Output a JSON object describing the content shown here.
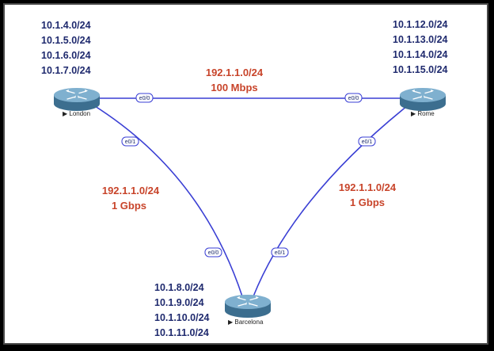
{
  "colors": {
    "link": "#3a3fd4",
    "link_label": "#c8442a",
    "subnet_text": "#1f2a6e",
    "router_body": "#3c6e8f",
    "router_top": "#7fb0cf",
    "iface_fill": "#ffffff",
    "iface_stroke": "#3a3fd4"
  },
  "routers": {
    "london": {
      "name": "London",
      "subnets": [
        "10.1.4.0/24",
        "10.1.5.0/24",
        "10.1.6.0/24",
        "10.1.7.0/24"
      ]
    },
    "rome": {
      "name": "Rome",
      "subnets": [
        "10.1.12.0/24",
        "10.1.13.0/24",
        "10.1.14.0/24",
        "10.1.15.0/24"
      ]
    },
    "barcelona": {
      "name": "Barcelona",
      "subnets": [
        "10.1.8.0/24",
        "10.1.9.0/24",
        "10.1.10.0/24",
        "10.1.11.0/24"
      ]
    }
  },
  "links": {
    "london_rome": {
      "network": "192.1.1.0/24",
      "speed": "100 Mbps",
      "london_iface": "e0/0",
      "rome_iface": "e0/0"
    },
    "london_barcelona": {
      "network": "192.1.1.0/24",
      "speed": "1 Gbps",
      "london_iface": "e0/1",
      "barcelona_iface": "e0/0"
    },
    "rome_barcelona": {
      "network": "192.1.1.0/24",
      "speed": "1 Gbps",
      "rome_iface": "e0/1",
      "barcelona_iface": "e0/1"
    }
  }
}
